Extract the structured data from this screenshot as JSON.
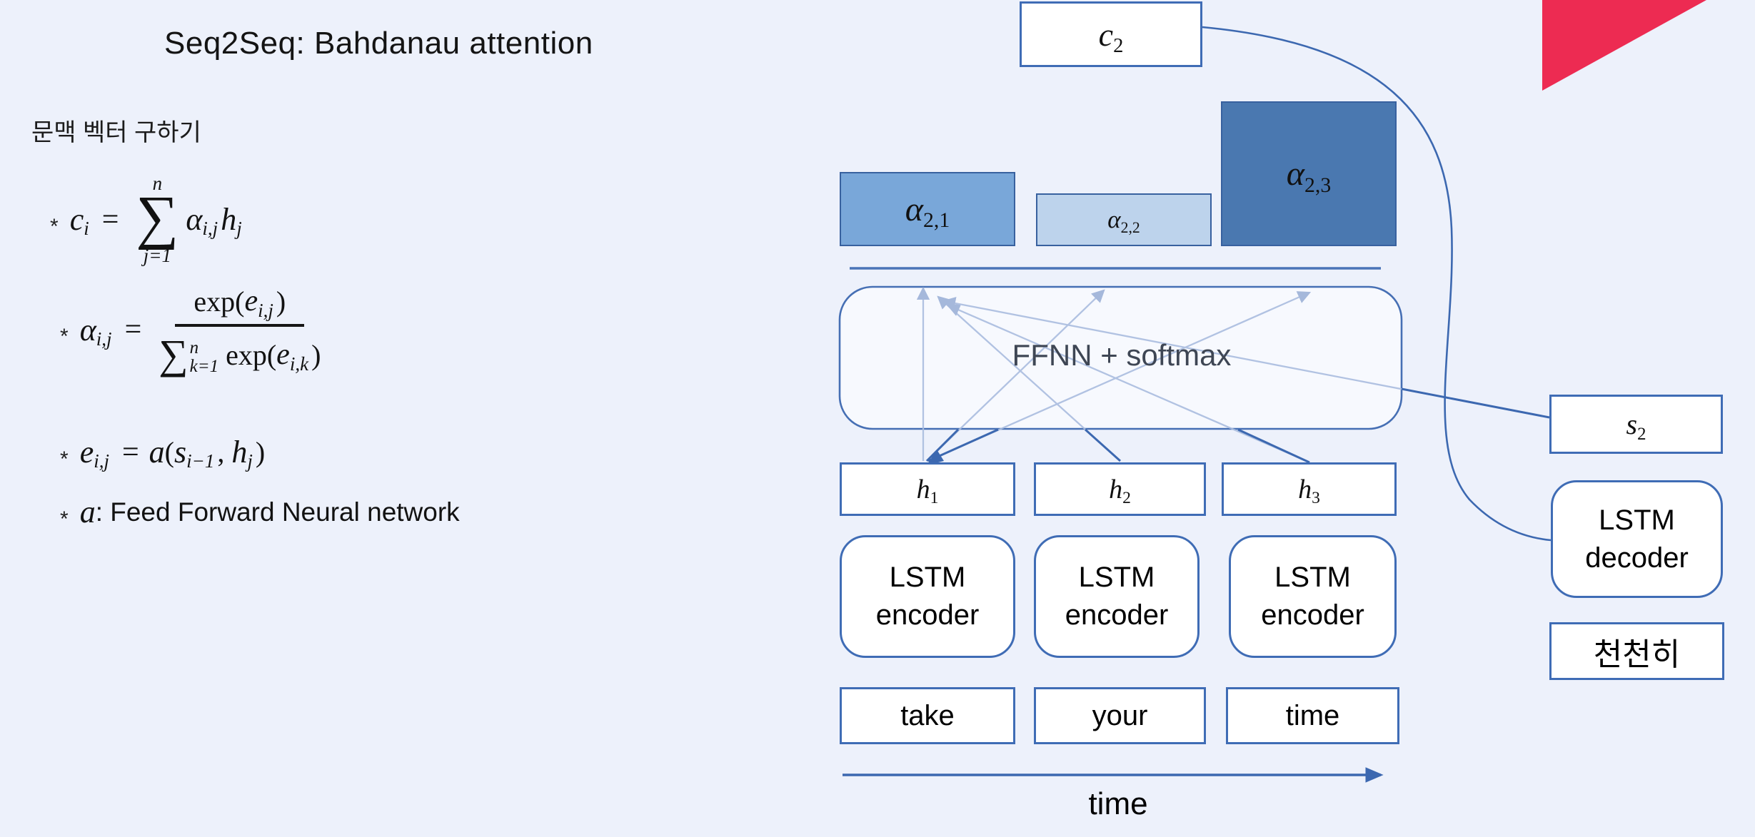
{
  "title": "Seq2Seq: Bahdanau attention",
  "subtitle": "문맥 벡터 구하기",
  "formulas": {
    "f1": {
      "bullet": "*",
      "lhs_base": "c",
      "lhs_sub": "i",
      "equals": "=",
      "sum_sup": "n",
      "sum_sym": "∑",
      "sum_sub": "j=1",
      "term1_base": "α",
      "term1_sub": "i,j",
      "term2_base": "h",
      "term2_sub": "j"
    },
    "f2": {
      "bullet": "*",
      "lhs_base": "α",
      "lhs_sub": "i,j",
      "equals": "=",
      "num_fn": "exp(",
      "num_base": "e",
      "num_sub": "i,j",
      "num_close": ")",
      "den_sum": "∑",
      "den_sup": "n",
      "den_sub": "k=1",
      "den_fn": "exp(",
      "den_base": "e",
      "den_base_sub": "i,k",
      "den_close": ")"
    },
    "f3": {
      "bullet": "*",
      "lhs_base": "e",
      "lhs_sub": "i,j",
      "equals": "=",
      "fn": "a",
      "open": "(",
      "arg1_base": "s",
      "arg1_sub": "i−1",
      "comma": ",",
      "arg2_base": "h",
      "arg2_sub": "j",
      "close": ")"
    },
    "f4": {
      "bullet": "*",
      "var": "a",
      "rest": ": Feed Forward Neural network"
    }
  },
  "diagram": {
    "c2": {
      "base": "c",
      "sub": "2"
    },
    "attention_bars": [
      {
        "base": "α",
        "sub": "2,1",
        "fill": "#79a7d9"
      },
      {
        "base": "α",
        "sub": "2,2",
        "fill": "#bdd3ec"
      },
      {
        "base": "α",
        "sub": "2,3",
        "fill": "#4a78b0"
      }
    ],
    "ffnn": "FFNN + softmax",
    "hidden": [
      {
        "base": "h",
        "sub": "1"
      },
      {
        "base": "h",
        "sub": "2"
      },
      {
        "base": "h",
        "sub": "3"
      }
    ],
    "encoders": [
      {
        "line1": "LSTM",
        "line2": "encoder"
      },
      {
        "line1": "LSTM",
        "line2": "encoder"
      },
      {
        "line1": "LSTM",
        "line2": "encoder"
      }
    ],
    "words": [
      "take",
      "your",
      "time"
    ],
    "time_label": "time",
    "s2": {
      "base": "s",
      "sub": "2"
    },
    "decoder": {
      "line1": "LSTM",
      "line2": "decoder"
    },
    "output_word": "천천히"
  },
  "colors": {
    "background": "#edf1fb",
    "box_border": "#3f6cb5",
    "bar_border": "#38619f",
    "line_dark": "#3c68b0",
    "line_light": "#a9bcdf",
    "triangle": "#ed2b52",
    "ffnn_fill": "#f7f9fe",
    "ffnn_text": "#3e4654",
    "text": "#111111"
  }
}
